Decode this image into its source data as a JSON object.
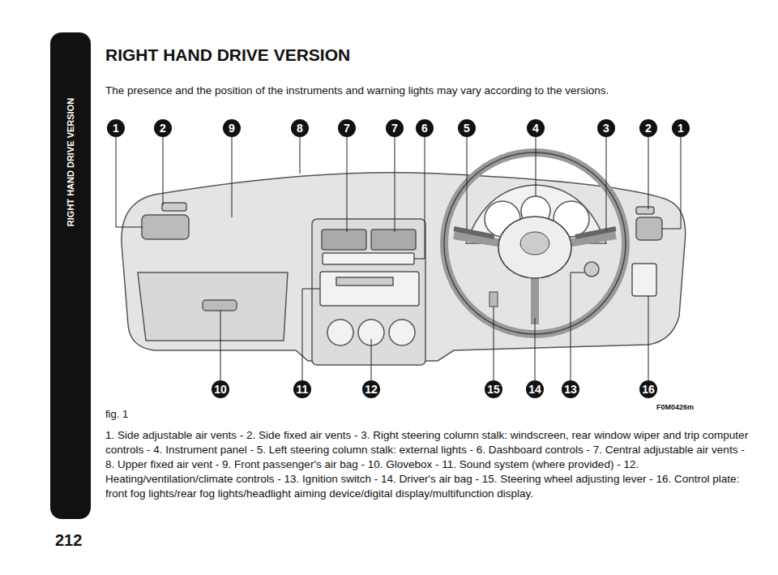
{
  "diagram": {
    "title": "RIGHT HAND DRIVE VERSION",
    "caption": "1. Side adjustable air vents - 2. Side fixed air vents - 3. Right steering column stalk: windscreen, rear window wiper and trip computer controls - 4. Instrument panel - 5. Left steering column stalk: external lights - 6. Dashboard controls - 7. Central adjustable air vents - 8. Upper fixed air vent - 9. Front passenger's air bag - 10. Glovebox - 11. Sound system (where provided) - 12. Heating/ventilation/climate controls - 13. Ignition switch - 14. Driver's air bag - 15. Steering wheel adjusting lever - 16. Control plate: front fog lights/rear fog lights/headlight aiming device/digital display/multifunction display.",
    "labels": [
      "RIGHT HAND DRIVE VERSION",
      "212",
      "The presence and the position of the instruments and warning lights may vary according to the versions.",
      "1",
      "2",
      "9",
      "8",
      "7",
      "7",
      "6",
      "5",
      "4",
      "3",
      "2",
      "1",
      "10",
      "11",
      "12",
      "15",
      "14",
      "13",
      "16",
      "fig. 1",
      "F0M0426m"
    ]
  }
}
